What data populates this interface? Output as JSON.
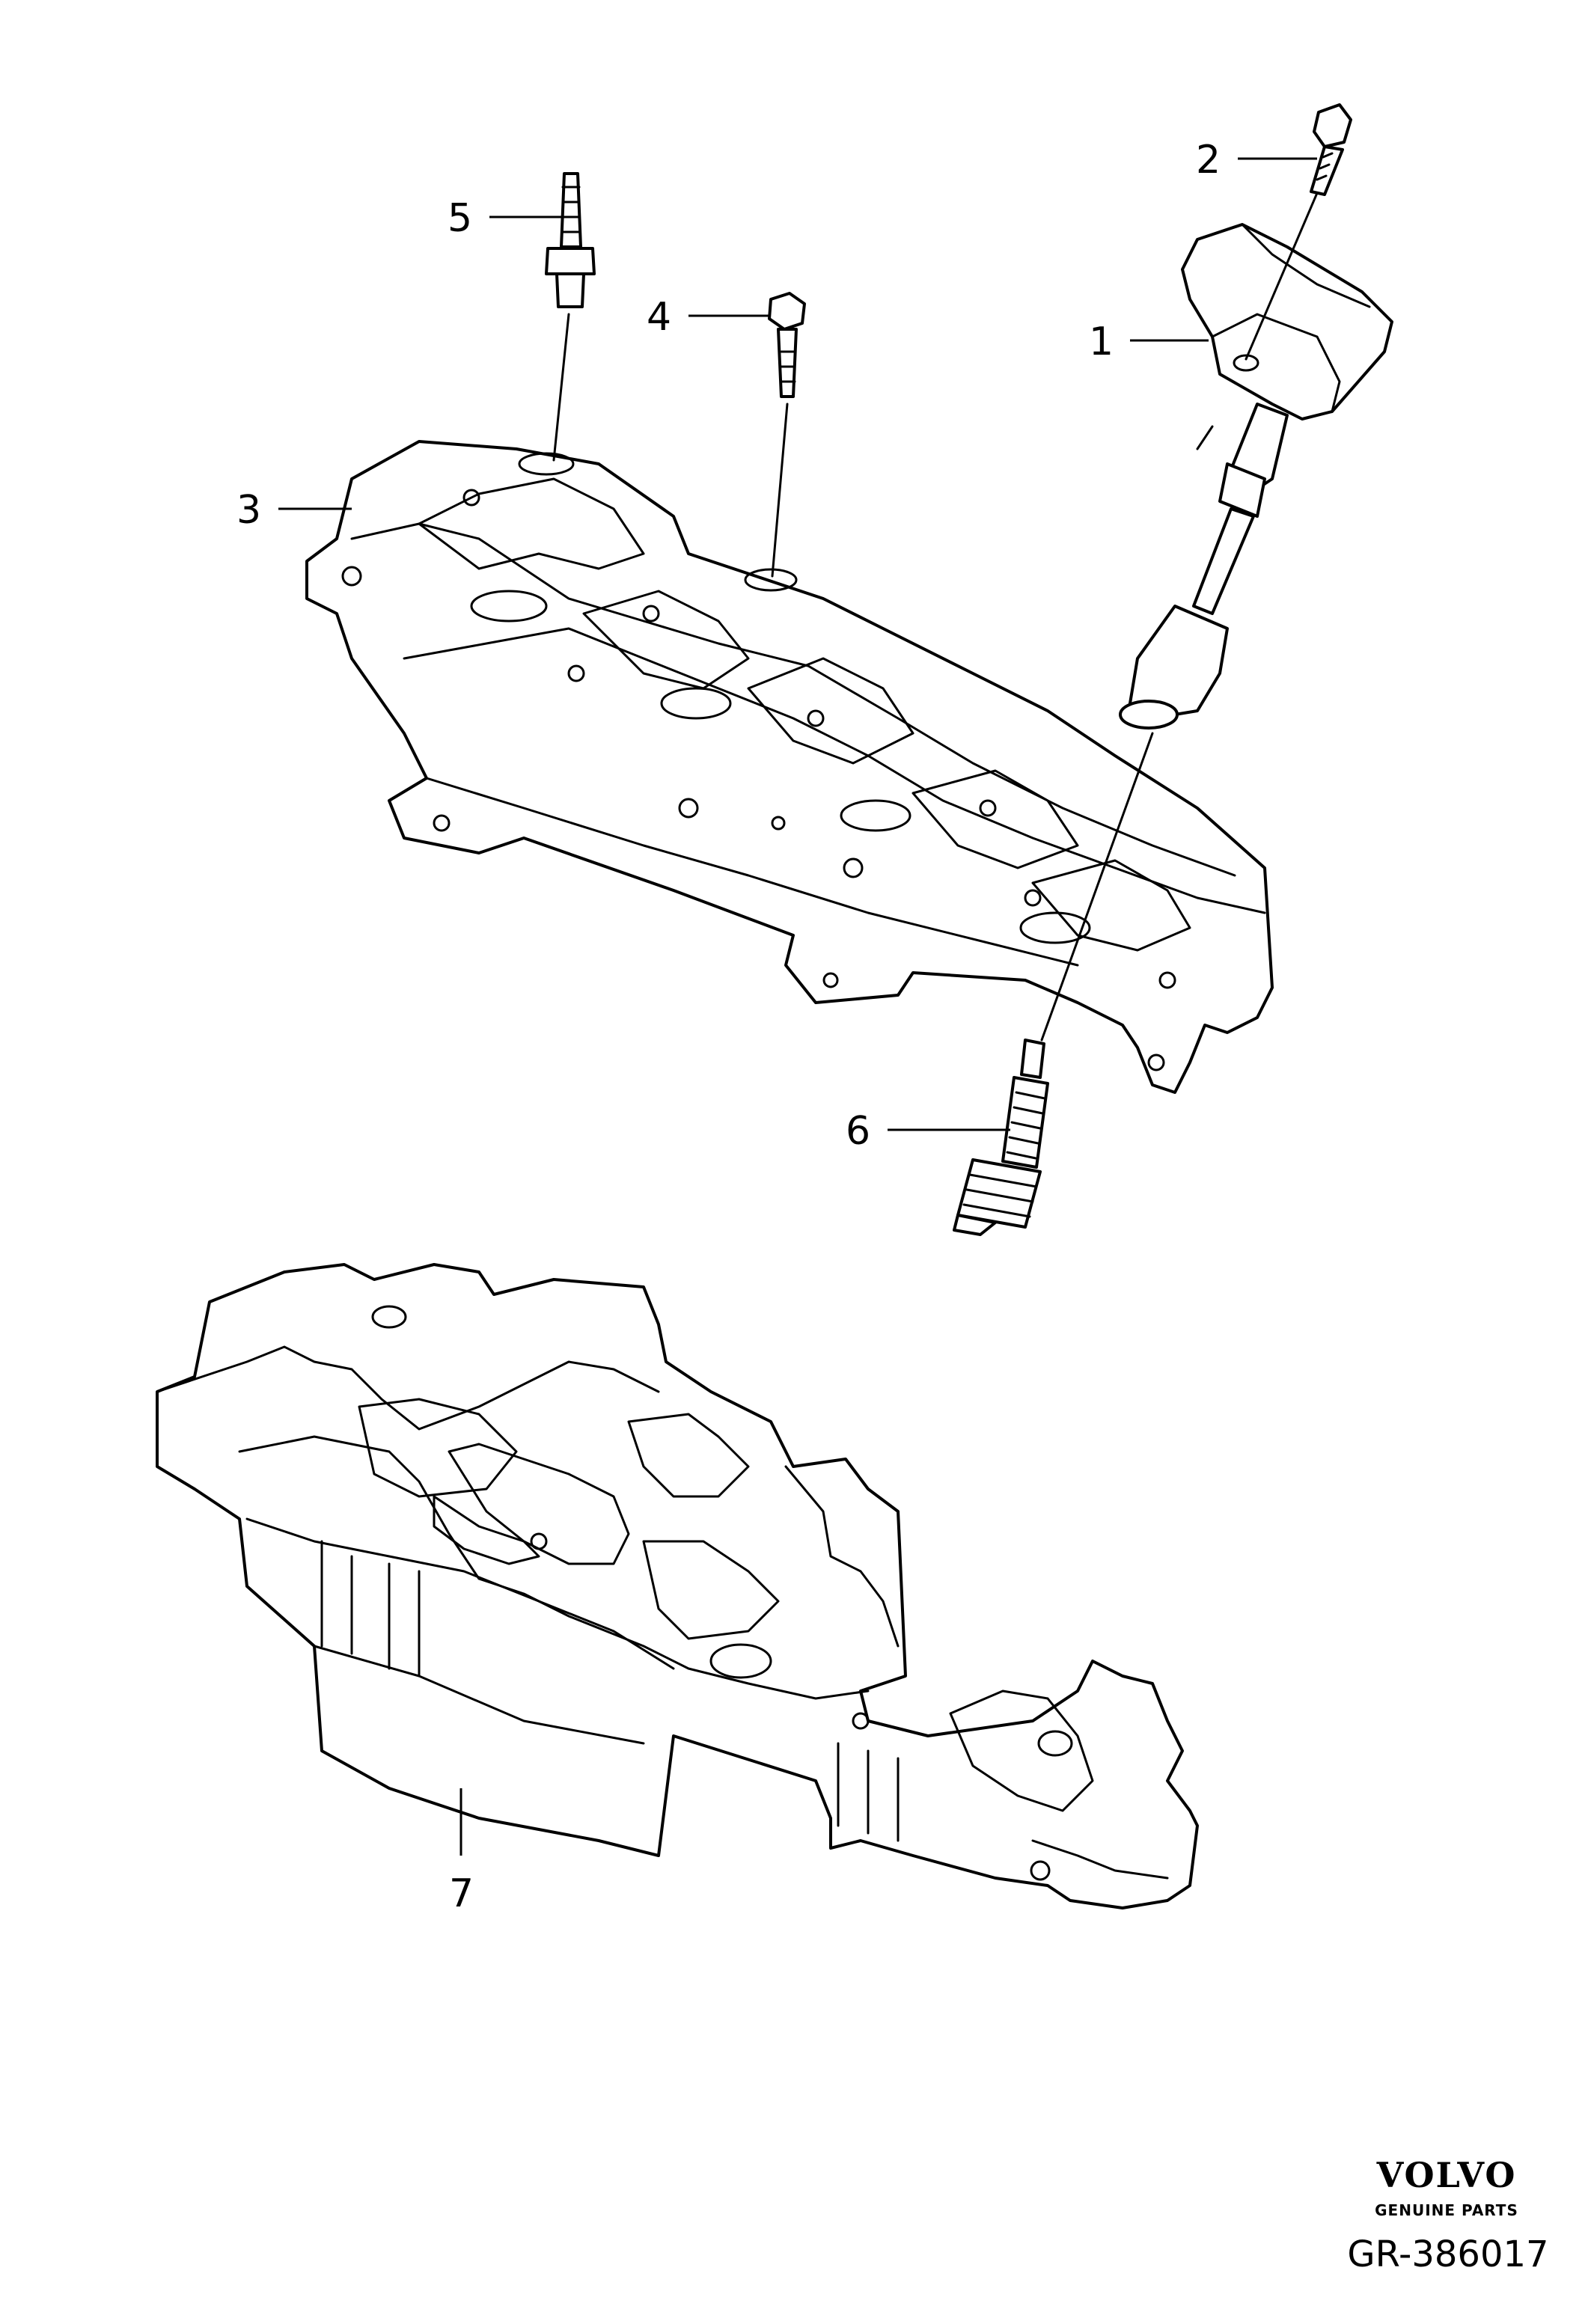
{
  "callouts": [
    {
      "id": "1",
      "label": "1"
    },
    {
      "id": "2",
      "label": "2"
    },
    {
      "id": "3",
      "label": "3"
    },
    {
      "id": "4",
      "label": "4"
    },
    {
      "id": "5",
      "label": "5"
    },
    {
      "id": "6",
      "label": "6"
    },
    {
      "id": "7",
      "label": "7"
    }
  ],
  "brand": {
    "name": "VOLVO",
    "tagline": "GENUINE PARTS"
  },
  "reference": "GR-386017"
}
